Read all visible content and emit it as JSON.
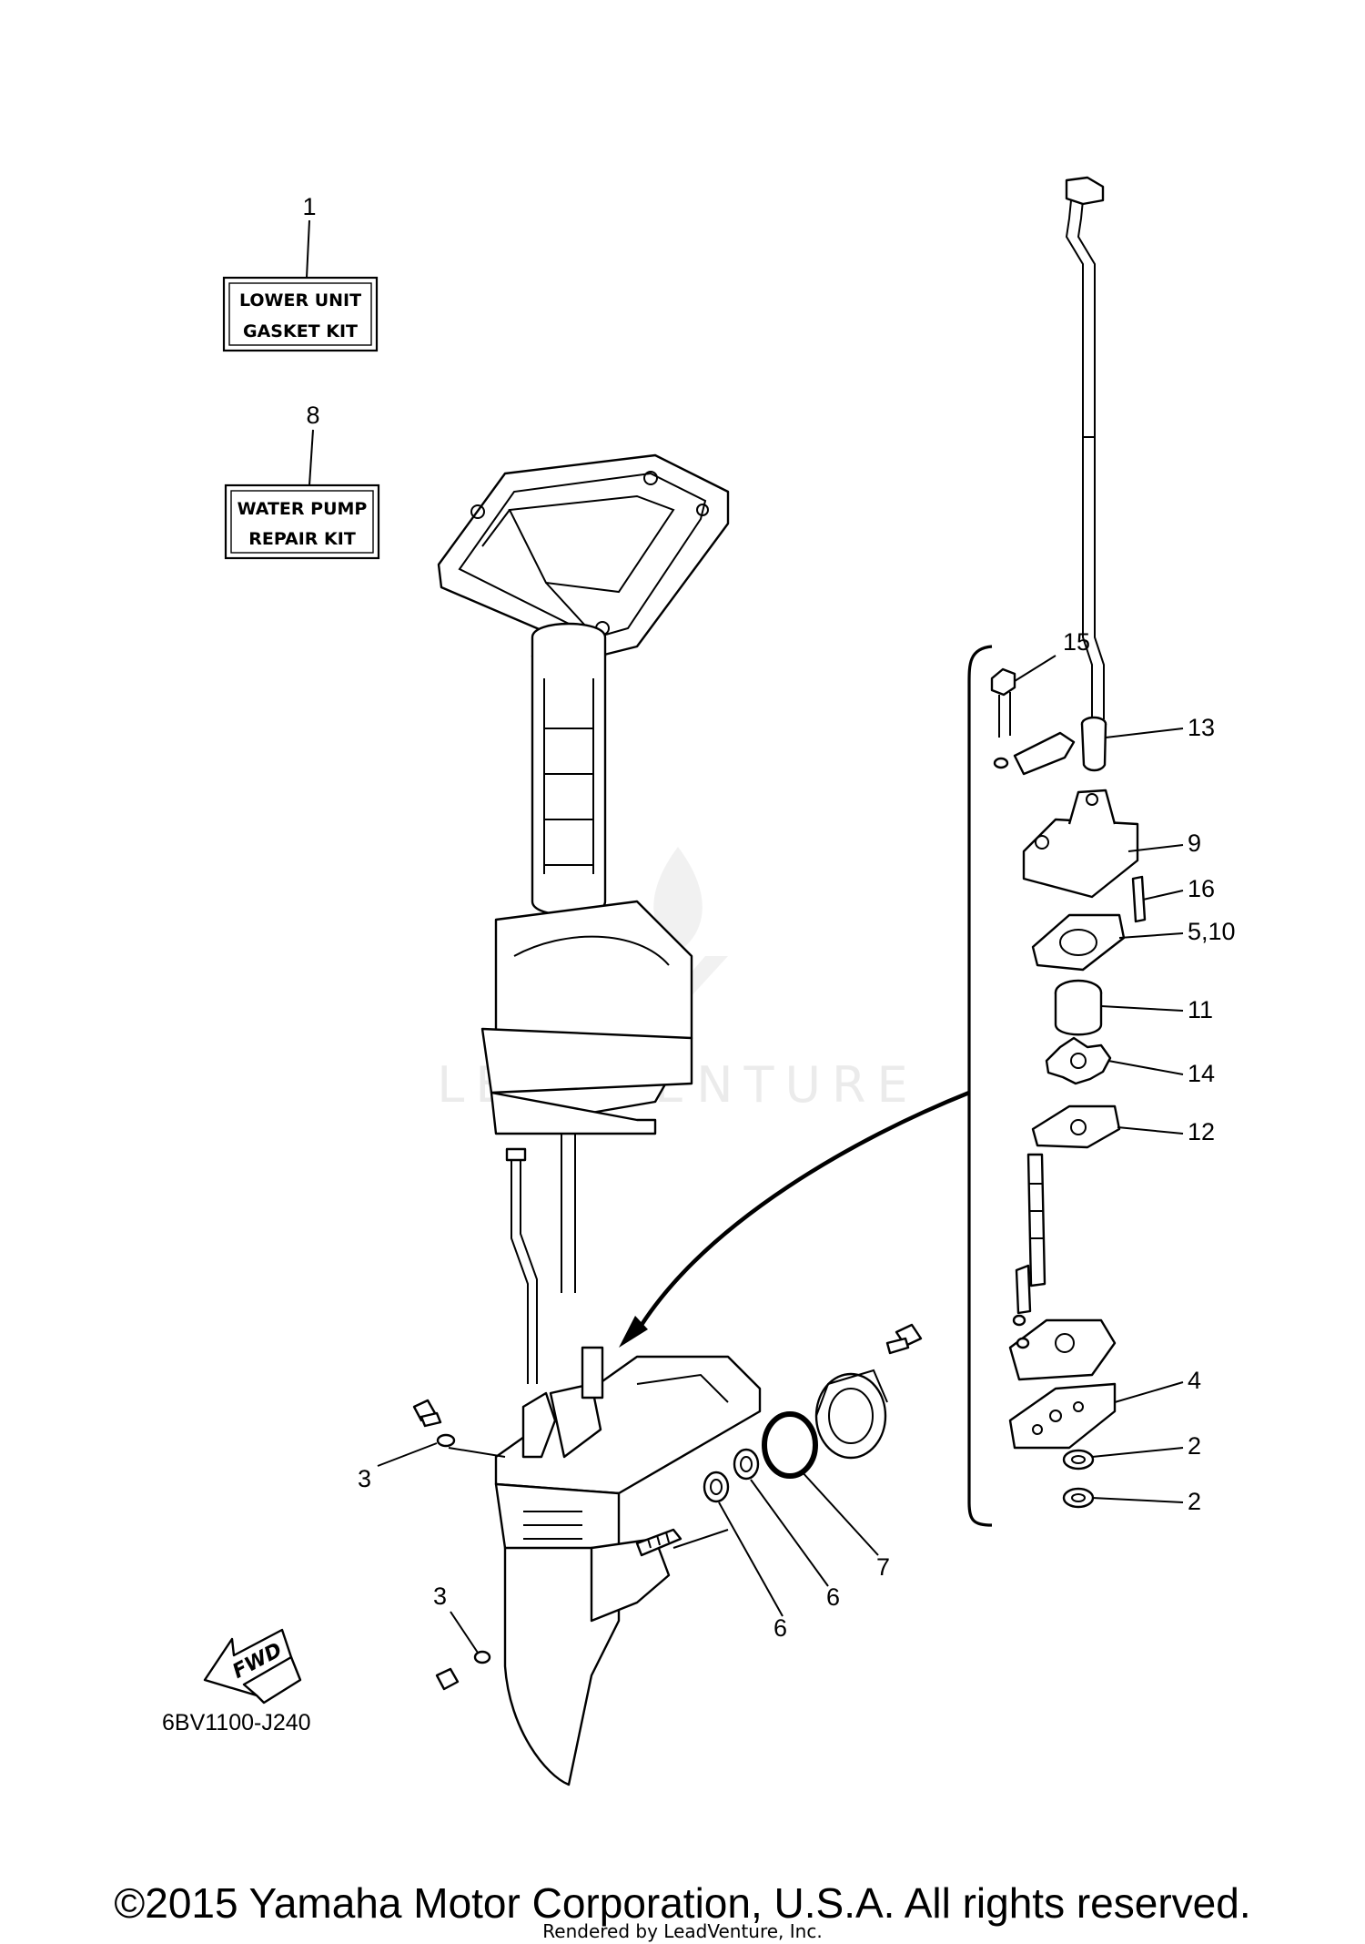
{
  "kits": [
    {
      "number": "1",
      "line1": "LOWER UNIT",
      "line2": "GASKET KIT"
    },
    {
      "number": "8",
      "line1": "WATER PUMP",
      "line2": "REPAIR KIT"
    }
  ],
  "callouts": {
    "c15": "15",
    "c13": "13",
    "c9": "9",
    "c16": "16",
    "c5_10": "5,10",
    "c11": "11",
    "c14": "14",
    "c12": "12",
    "c4": "4",
    "c2a": "2",
    "c2b": "2",
    "c3a": "3",
    "c3b": "3",
    "c6a": "6",
    "c6b": "6",
    "c7": "7"
  },
  "fwd_label": "FWD",
  "diagram_code": "6BV1100-J240",
  "watermark": "LEADVENTURE",
  "copyright": "©2015 Yamaha Motor Corporation, U.S.A. All rights reserved.",
  "rendered_by": "Rendered by LeadVenture, Inc."
}
